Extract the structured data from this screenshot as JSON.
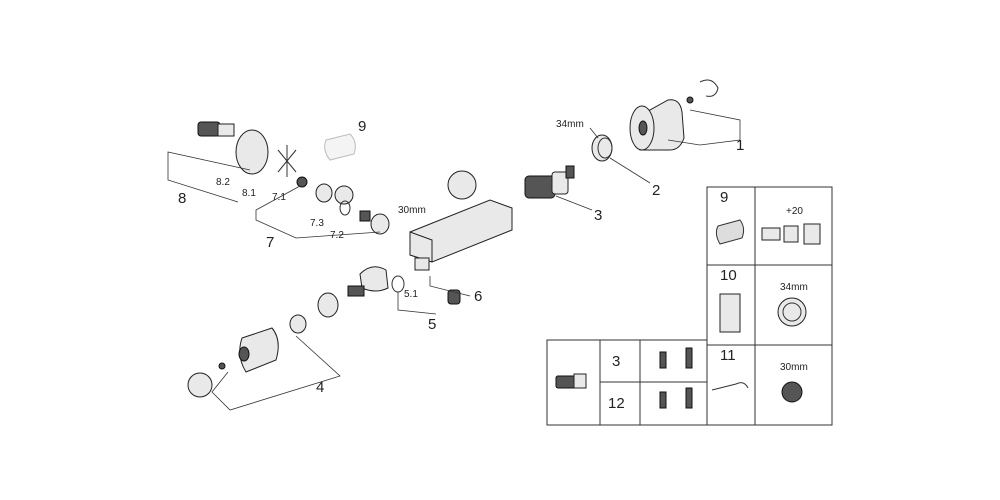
{
  "callouts": {
    "c1": "1",
    "c2": "2",
    "c3": "3",
    "c4": "4",
    "c5": "5",
    "c51": "5.1",
    "c6": "6",
    "c7": "7",
    "c71": "7.1",
    "c72": "7.2",
    "c73": "7.3",
    "c8": "8",
    "c81": "8.1",
    "c82": "8.2",
    "c9": "9"
  },
  "dims": {
    "d34": "34mm",
    "d30": "30mm"
  },
  "panel": {
    "p9": "9",
    "p10": "10",
    "p11": "11",
    "p3": "3",
    "p12": "12",
    "d20": "+20",
    "d34": "34mm",
    "d30": "30mm"
  }
}
